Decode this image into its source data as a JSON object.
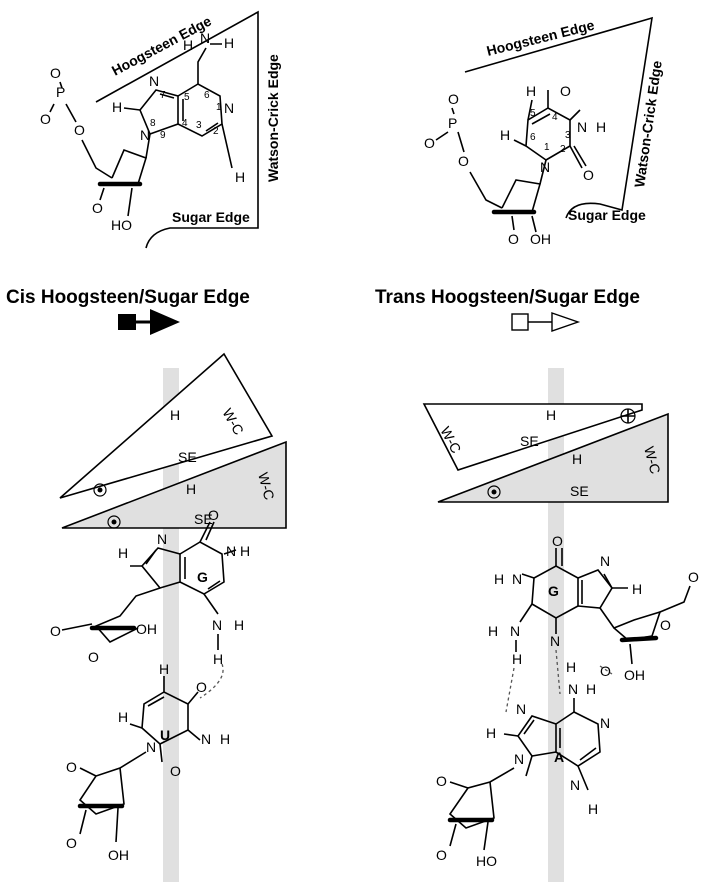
{
  "top_left": {
    "hoogsteen": "Hoogsteen Edge",
    "watson_crick": "Watson-Crick Edge",
    "sugar": "Sugar Edge",
    "numbers": [
      "7",
      "8",
      "9",
      "4",
      "5",
      "6",
      "3",
      "2",
      "1"
    ]
  },
  "top_right": {
    "hoogsteen": "Hoogsteen Edge",
    "watson_crick": "Watson-Crick Edge",
    "sugar": "Sugar Edge",
    "numbers": [
      "5",
      "4",
      "6",
      "3",
      "1",
      "2"
    ]
  },
  "panels": {
    "left_title": "Cis Hoogsteen/Sugar Edge",
    "right_title": "Trans Hoogsteen/Sugar Edge"
  },
  "cis_triangles": {
    "wc1": "W-C",
    "h1": "H",
    "se1": "SE",
    "wc2": "W-C",
    "h2": "H",
    "se2": "SE"
  },
  "trans_triangles": {
    "wc1": "W-C",
    "h1": "H",
    "se1": "SE",
    "wc2": "W-C",
    "h2": "H",
    "se2": "SE"
  },
  "bases": {
    "cis_top": "G",
    "cis_bottom": "U",
    "trans_top": "G",
    "trans_bottom": "A"
  },
  "atoms": {
    "H": "H",
    "N": "N",
    "O": "O",
    "P": "P",
    "OH": "OH",
    "HO": "HO"
  },
  "colors": {
    "shade": "#e0e0e0",
    "ink": "#000000",
    "bond": "#555555"
  }
}
